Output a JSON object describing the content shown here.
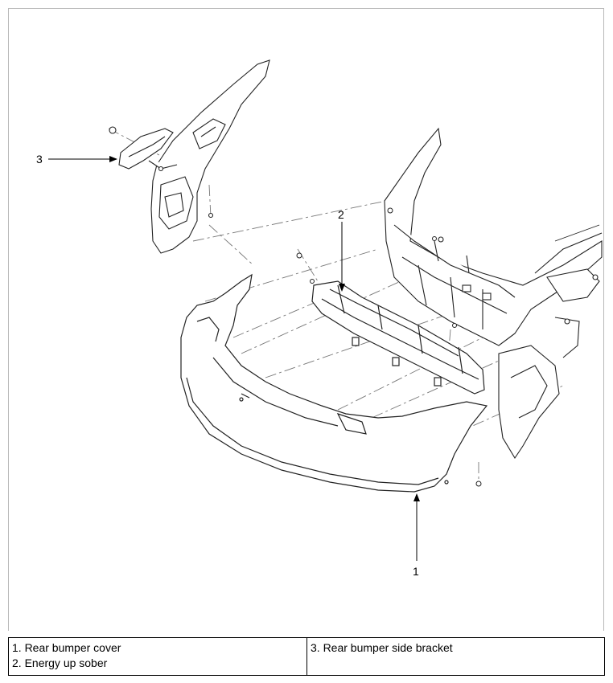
{
  "callouts": [
    {
      "id": "callout-1",
      "label": "1"
    },
    {
      "id": "callout-2",
      "label": "2"
    },
    {
      "id": "callout-3",
      "label": "3"
    }
  ],
  "legend": {
    "left": [
      "1. Rear bumper cover",
      "2. Energy up sober"
    ],
    "right": [
      "3. Rear bumper side bracket"
    ]
  }
}
